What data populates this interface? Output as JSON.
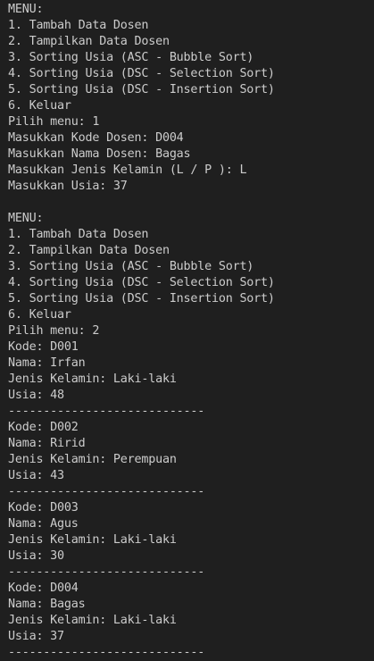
{
  "terminal": {
    "lines": [
      "MENU:",
      "1. Tambah Data Dosen",
      "2. Tampilkan Data Dosen",
      "3. Sorting Usia (ASC - Bubble Sort)",
      "4. Sorting Usia (DSC - Selection Sort)",
      "5. Sorting Usia (DSC - Insertion Sort)",
      "6. Keluar",
      "Pilih menu: 1",
      "Masukkan Kode Dosen: D004",
      "Masukkan Nama Dosen: Bagas",
      "Masukkan Jenis Kelamin (L / P ): L",
      "Masukkan Usia: 37",
      "",
      "MENU:",
      "1. Tambah Data Dosen",
      "2. Tampilkan Data Dosen",
      "3. Sorting Usia (ASC - Bubble Sort)",
      "4. Sorting Usia (DSC - Selection Sort)",
      "5. Sorting Usia (DSC - Insertion Sort)",
      "6. Keluar",
      "Pilih menu: 2",
      "Kode: D001",
      "Nama: Irfan",
      "Jenis Kelamin: Laki-laki",
      "Usia: 48",
      "----------------------------",
      "Kode: D002",
      "Nama: Ririd",
      "Jenis Kelamin: Perempuan",
      "Usia: 43",
      "----------------------------",
      "Kode: D003",
      "Nama: Agus",
      "Jenis Kelamin: Laki-laki",
      "Usia: 30",
      "----------------------------",
      "Kode: D004",
      "Nama: Bagas",
      "Jenis Kelamin: Laki-laki",
      "Usia: 37",
      "----------------------------"
    ]
  }
}
